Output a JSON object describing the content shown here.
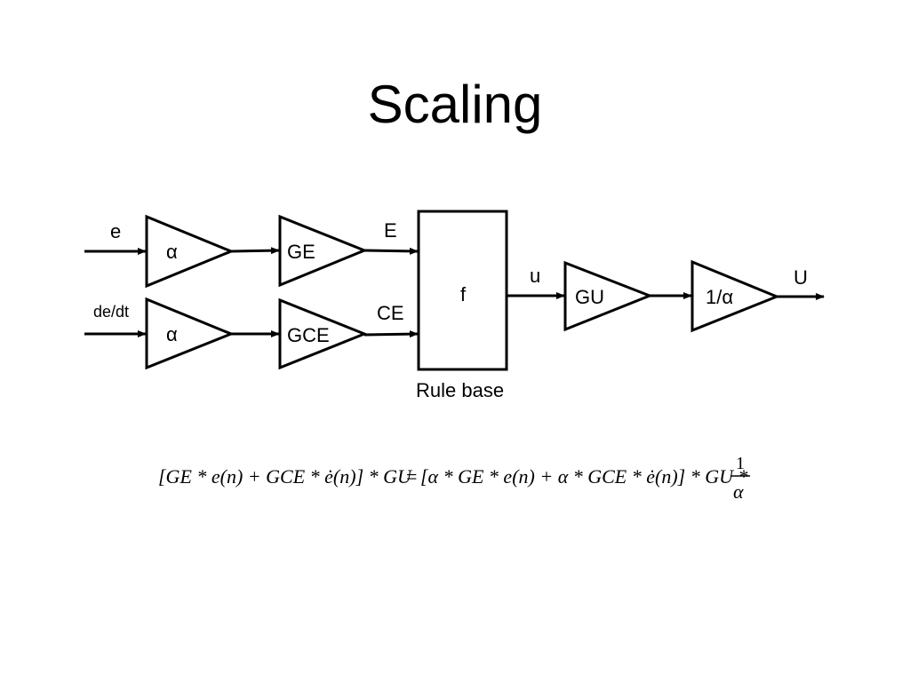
{
  "title": "Scaling",
  "diagram": {
    "inputs": {
      "e": "e",
      "dedt": "de/dt"
    },
    "gains": {
      "alpha_top": "α",
      "alpha_bottom": "α",
      "ge": "GE",
      "gce": "GCE",
      "gu": "GU",
      "inv_alpha": "1/α"
    },
    "signals": {
      "E": "E",
      "CE": "CE",
      "u": "u",
      "U": "U"
    },
    "rule_block": {
      "label": "f",
      "caption": "Rule base"
    }
  },
  "equation": {
    "lhs": "[GE * e(n) + GCE * ė(n)] * GU",
    "equals": "=",
    "rhs": "[α * GE * e(n) + α * GCE * ė(n)] * GU *",
    "frac_num": "1",
    "frac_den": "α"
  }
}
